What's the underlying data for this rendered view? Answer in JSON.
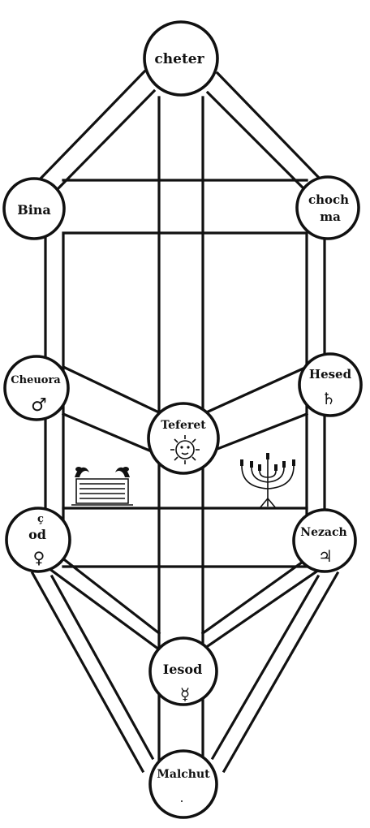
{
  "colors": {
    "ink": "#111111",
    "paper": "#ffffff"
  },
  "nodes": {
    "cheter": {
      "label": "cheter"
    },
    "bina": {
      "label": "Bina"
    },
    "chochma": {
      "line1": "choch",
      "line2": "ma"
    },
    "cheuora": {
      "label": "Cheuora",
      "symbol": "♂",
      "icon": "mars-icon"
    },
    "hesed": {
      "label": "Hesed",
      "symbol": "♄",
      "icon": "saturn-icon"
    },
    "teferet": {
      "label": "Teferet",
      "icon": "sun-face-icon"
    },
    "hod": {
      "top": "ç",
      "label": "od",
      "symbol": "♀",
      "icon": "venus-icon"
    },
    "nezach": {
      "label": "Nezach",
      "symbol": "♃",
      "icon": "jupiter-icon"
    },
    "iesod": {
      "label": "Iesod",
      "symbol": "☿",
      "icon": "mercury-icon"
    },
    "malchut": {
      "label": "Malchut",
      "icon": "crescent-moon-icon"
    }
  },
  "pictures": {
    "left": "ark-of-covenant-icon",
    "right": "menorah-icon"
  }
}
